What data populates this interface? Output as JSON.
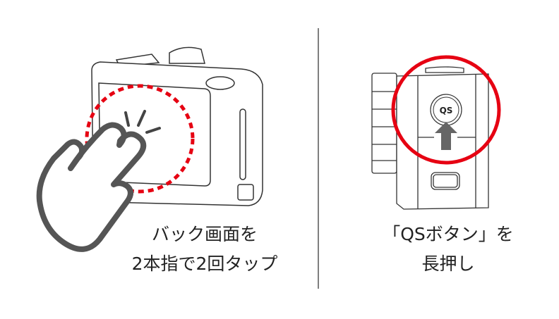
{
  "left_panel": {
    "caption_line1": "バック画面を",
    "caption_line2": "2本指で2回タップ"
  },
  "right_panel": {
    "button_label": "QS",
    "caption_line1": "「QSボタン」を",
    "caption_line2": "長押し"
  },
  "colors": {
    "highlight": "#e60012",
    "line": "#333333",
    "hand": "#555555",
    "arrow": "#666666"
  }
}
